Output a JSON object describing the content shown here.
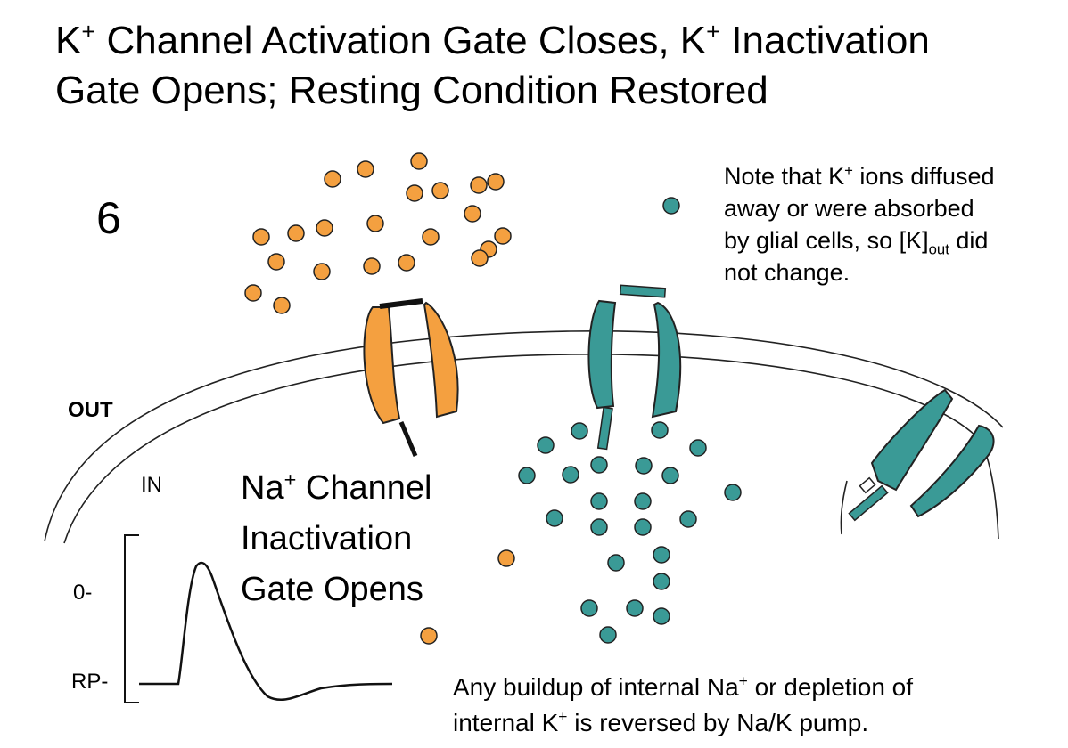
{
  "title": {
    "line1_a": "K",
    "line1_sup1": "+",
    "line1_b": " Channel Activation Gate Closes, K",
    "line1_sup2": "+",
    "line1_c": " Inactivation",
    "line2": "Gate Opens; Resting Condition Restored"
  },
  "step_number": "6",
  "note": {
    "l1_a": "Note that K",
    "l1_sup": "+",
    "l1_b": " ions diffused",
    "l2": "away or were absorbed",
    "l3_a": "by glial cells, so [K]",
    "l3_sub": "out",
    "l3_b": " did",
    "l4": "not change."
  },
  "labels": {
    "out": "OUT",
    "in": "IN",
    "na_channel_a": "Na",
    "na_channel_sup": "+",
    "na_channel_b": " Channel",
    "na_channel_2": "Inactivation",
    "na_channel_3": "Gate Opens"
  },
  "graph": {
    "y_zero": "0-",
    "y_rp": "RP-"
  },
  "bottom_note": {
    "l1_a": "Any buildup of internal Na",
    "l1_sup": "+",
    "l1_b": " or depletion of",
    "l2_a": "internal K",
    "l2_sup": "+",
    "l2_b": " is reversed by Na/K pump."
  },
  "colors": {
    "na_ion": "#f4a040",
    "k_ion": "#3a9a96",
    "na_channel": "#f4a040",
    "k_channel": "#3a9a96"
  }
}
